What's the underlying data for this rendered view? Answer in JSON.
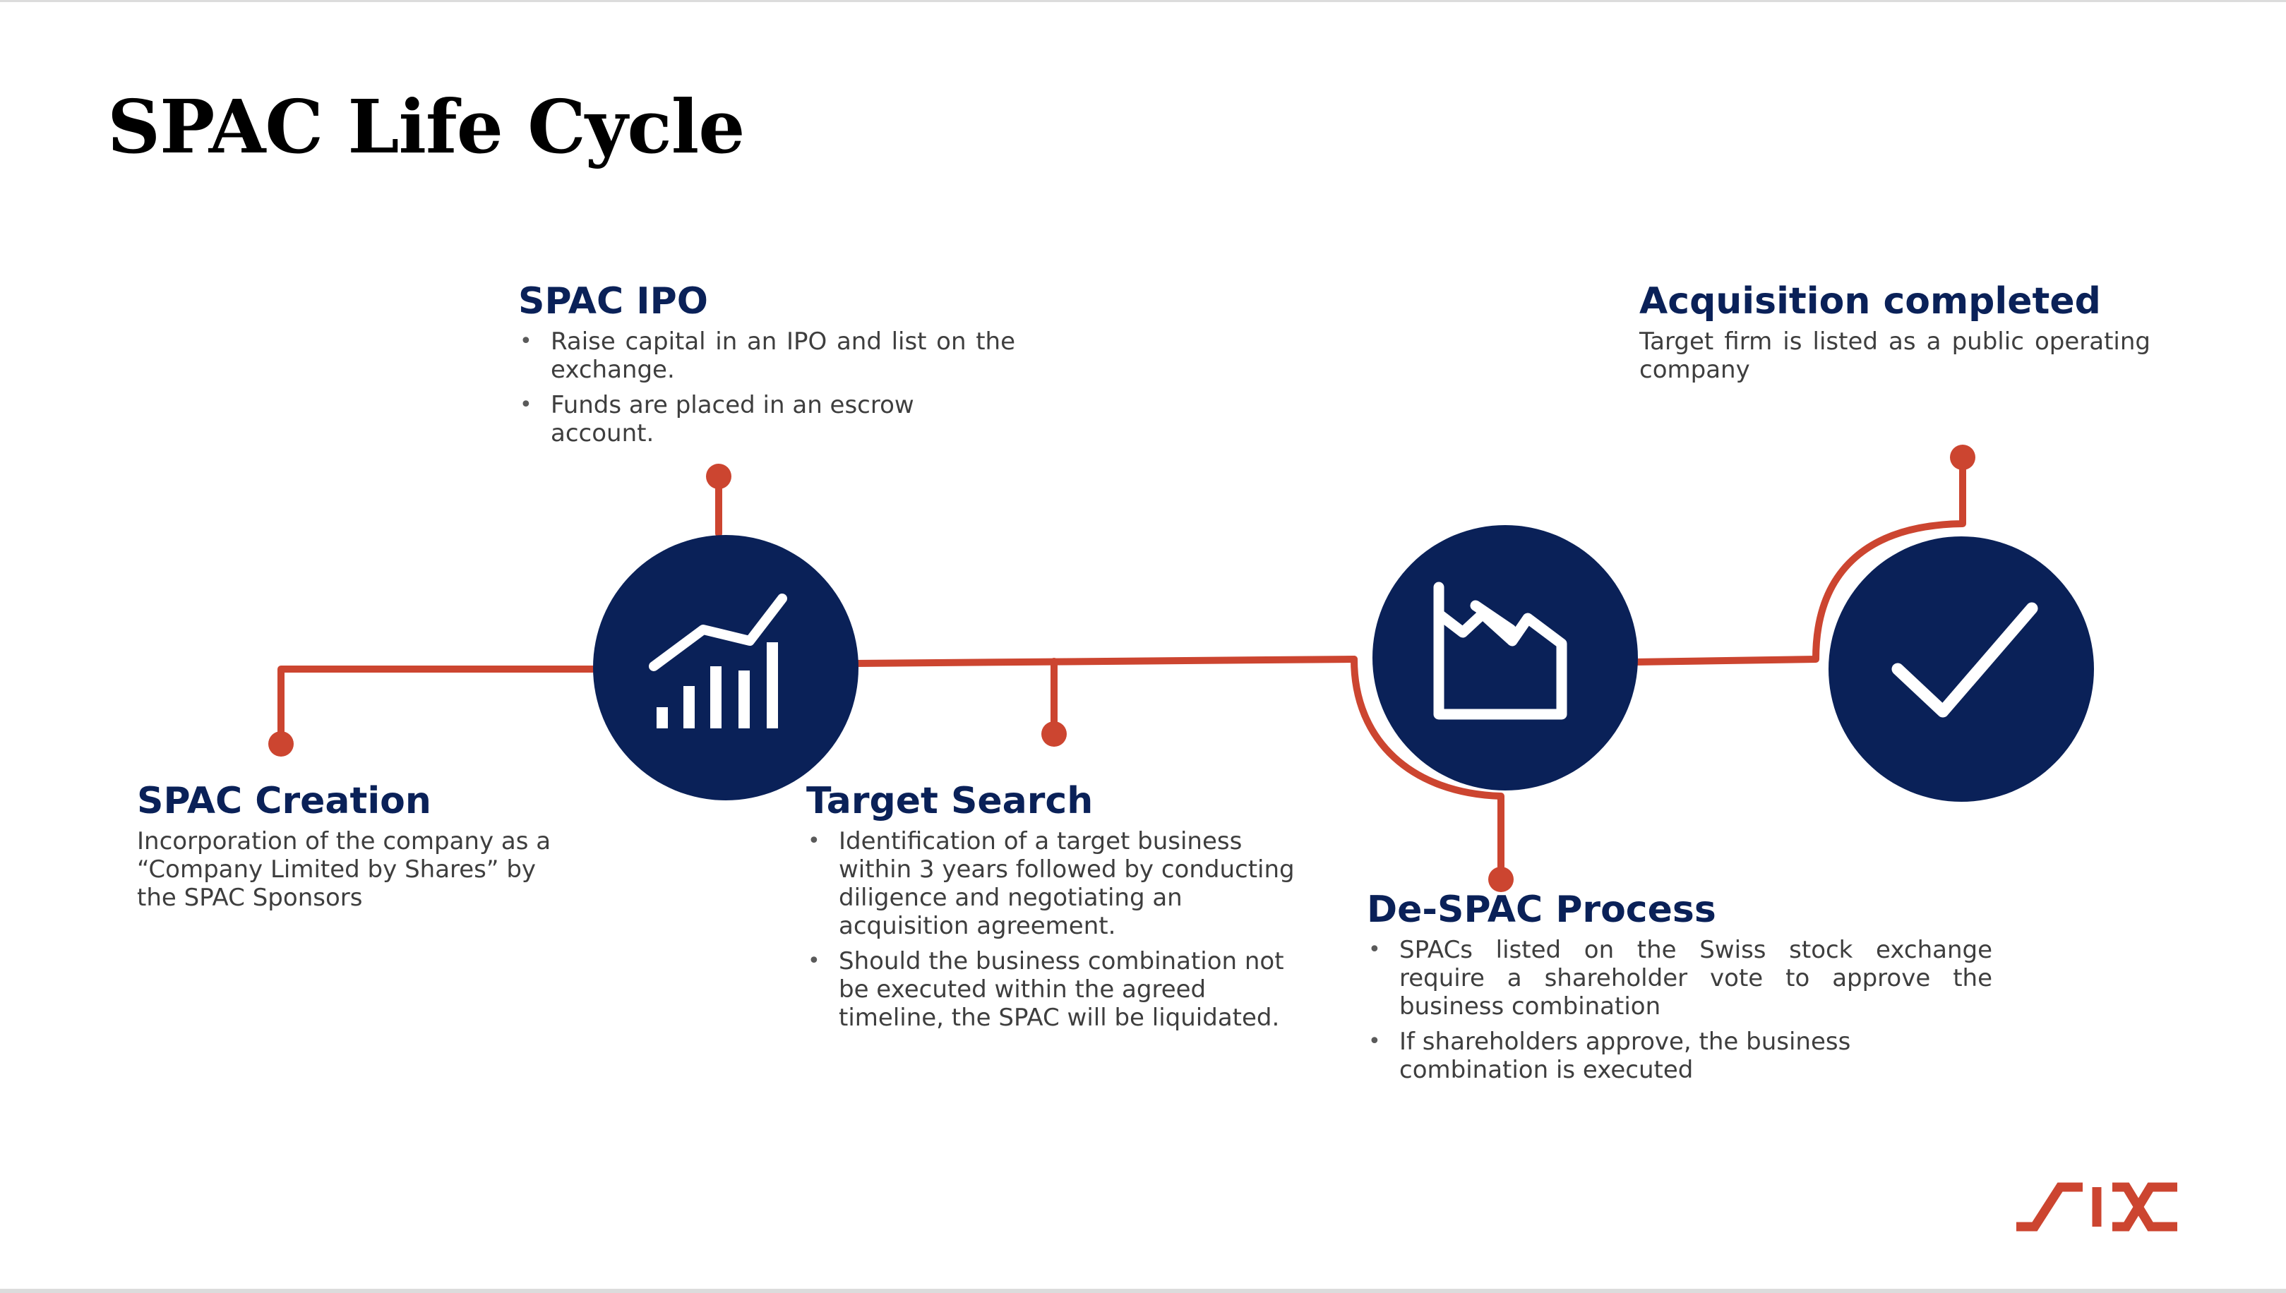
{
  "slide": {
    "title": "SPAC Life Cycle",
    "colors": {
      "navy": "#0a2158",
      "accent": "#cc4530",
      "text": "#3e3e3e"
    }
  },
  "stages": {
    "creation": {
      "title": "SPAC Creation",
      "text": "Incorporation of the company as a “Company Limited by Shares” by the SPAC Sponsors"
    },
    "ipo": {
      "title": "SPAC IPO",
      "icon": "chart-growth-icon",
      "bullets": [
        "Raise capital in an IPO and list on the exchange.",
        "Funds are placed in an escrow account."
      ]
    },
    "search": {
      "title": "Target Search",
      "bullets": [
        "Identification of a target business within 3 years followed by conducting diligence and negotiating an acquisition agreement.",
        "Should the business combination not be executed within the agreed timeline, the SPAC will be liquidated."
      ]
    },
    "despac": {
      "title": "De-SPAC Process",
      "icon": "factory-icon",
      "bullets": [
        "SPACs listed on the Swiss stock exchange require a shareholder vote to approve the business combination",
        "If shareholders approve, the business combination is executed"
      ]
    },
    "completed": {
      "title": "Acquisition completed",
      "icon": "checkmark-icon",
      "text": "Target firm is listed as a public operating company"
    }
  },
  "logo": {
    "name": "six-logo"
  }
}
